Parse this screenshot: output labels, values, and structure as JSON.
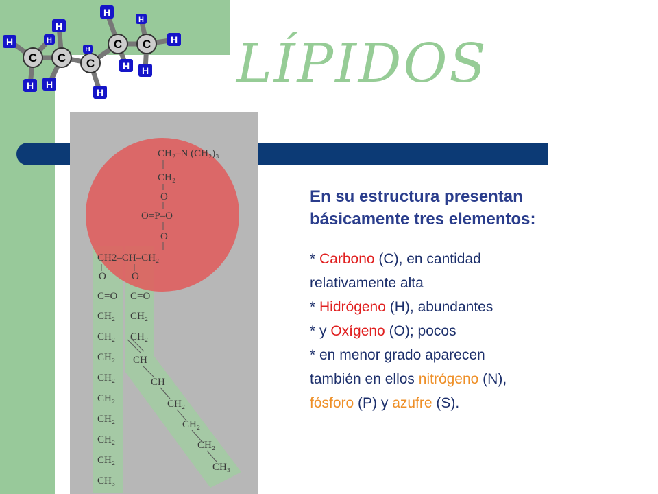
{
  "title": "LÍPIDOS",
  "colors": {
    "accent_green": "#98c99a",
    "title_green": "#96cc96",
    "bar_navy": "#0c3a75",
    "text_blue": "#1c2f6b",
    "highlight_red": "#e01f1f",
    "highlight_orange": "#ee8f27"
  },
  "molecule": {
    "carbon_label": "C",
    "hydrogen_label": "H"
  },
  "figure": {
    "head_line1": "CH₂–N (CH₂)₃",
    "head_line2": "CH₂",
    "head_line3": "O",
    "head_line4": "O=P–O",
    "head_line5": "O",
    "glycerol": "CH2–CH–CH₂",
    "chain1": [
      "O",
      "C=O",
      "CH₂",
      "CH₂",
      "CH₂",
      "CH₂",
      "CH₂",
      "CH₂",
      "CH₂",
      "CH₂",
      "CH₃"
    ],
    "chain2_straight": [
      "O",
      "C=O",
      "CH₂",
      "CH₂",
      "CH"
    ],
    "chain2_bent": [
      "CH",
      "CH₂",
      "CH₂",
      "CH₂",
      "CH₃"
    ]
  },
  "content": {
    "heading": "En su estructura presentan básicamente tres elementos:",
    "l1_pre": "* ",
    "l1_hl": "Carbono",
    "l1_post": " (C), en cantidad",
    "l2": "relativamente alta",
    "l3_pre": "* ",
    "l3_hl": "Hidrógeno",
    "l3_post": " (H), abundantes",
    "l4_pre": "* y ",
    "l4_hl": "Oxígeno",
    "l4_post": " (O); pocos",
    "l5": "* en menor grado aparecen",
    "l6_pre": "también en ellos ",
    "l6_hl": "nitrógeno",
    "l6_post": " (N),",
    "l7_hl1": "fósforo",
    "l7_mid": " (P) y ",
    "l7_hl2": "azufre",
    "l7_post": " (S)."
  }
}
